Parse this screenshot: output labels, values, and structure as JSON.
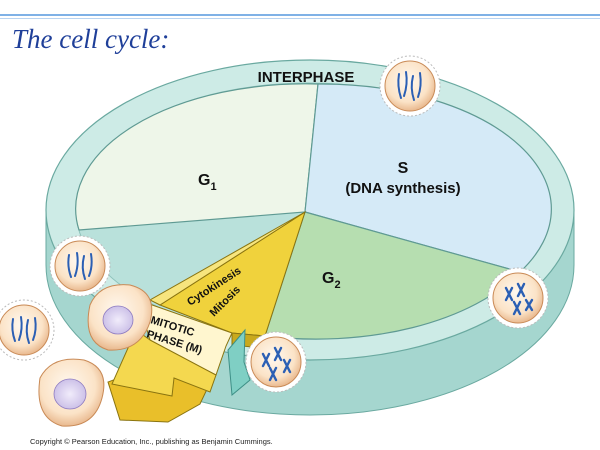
{
  "title": "The cell cycle:",
  "labels": {
    "interphase": "INTERPHASE",
    "g1": "G",
    "g1_sub": "1",
    "s": "S",
    "s_detail": "(DNA synthesis)",
    "g2": "G",
    "g2_sub": "2",
    "cytokinesis": "Cytokinesis",
    "mitosis": "Mitosis",
    "mitotic_line1": "MITOTIC",
    "mitotic_line2": "PHASE (M)"
  },
  "copyright": "Copyright © Pearson Education, Inc., publishing as Benjamin Cummings.",
  "colors": {
    "rim": "#b6e2dc",
    "rim_top": "#d3eeea",
    "g1": "#eef6e9",
    "s": "#d5eaf7",
    "g2": "#b6deb0",
    "mitotic": "#f0d23c",
    "arrow_head": "#ffffff",
    "title": "#1f3f99"
  },
  "icons": [
    "cell-interphase-icon",
    "cell-dividing-icon",
    "chromosome-icon"
  ]
}
